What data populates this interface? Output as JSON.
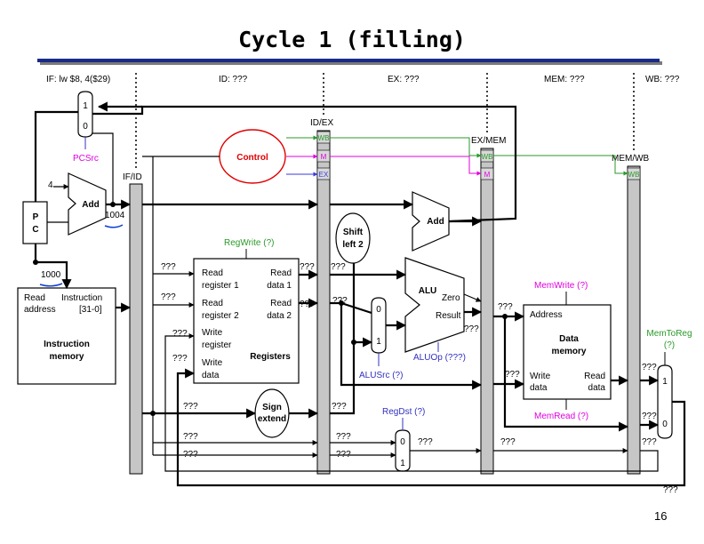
{
  "title": "Cycle 1 (filling)",
  "page_number": "16",
  "stages": {
    "if": "IF: lw $8, 4($29)",
    "id": "ID: ???",
    "ex": "EX: ???",
    "mem": "MEM: ???",
    "wb": "WB: ???"
  },
  "pipeline_registers": {
    "if_id": "IF/ID",
    "id_ex": "ID/EX",
    "ex_mem": "EX/MEM",
    "mem_wb": "MEM/WB"
  },
  "control_fields": {
    "wb": "WB",
    "m": "M",
    "ex": "EX"
  },
  "units": {
    "pc_p": "P",
    "pc_c": "C",
    "add": "Add",
    "control": "Control",
    "shift_left_1": "Shift",
    "shift_left_2": "left 2",
    "alu": "ALU",
    "zero": "Zero",
    "result": "Result",
    "sign_1": "Sign",
    "sign_2": "extend",
    "imem_read": "Read",
    "imem_address": "address",
    "imem_instruction": "Instruction",
    "imem_bits": "[31-0]",
    "imem_title_1": "Instruction",
    "imem_title_2": "memory",
    "reg_read1_a": "Read",
    "reg_read1_b": "register 1",
    "reg_read2_a": "Read",
    "reg_read2_b": "register 2",
    "reg_write_a": "Write",
    "reg_write_b": "register",
    "reg_wdata_a": "Write",
    "reg_wdata_b": "data",
    "reg_rdata1_a": "Read",
    "reg_rdata1_b": "data 1",
    "reg_rdata2_a": "Read",
    "reg_rdata2_b": "data 2",
    "registers": "Registers",
    "dmem_address": "Address",
    "dmem_title_1": "Data",
    "dmem_title_2": "memory",
    "dmem_write_a": "Write",
    "dmem_write_b": "data",
    "dmem_read_a": "Read",
    "dmem_read_b": "data"
  },
  "mux_labels": {
    "one": "1",
    "zero": "0"
  },
  "signals": {
    "pcsrc": "PCSrc",
    "regwrite": "RegWrite (?)",
    "memwrite": "MemWrite (?)",
    "memread": "MemRead (?)",
    "memtoreg_1": "MemToReg",
    "memtoreg_2": "(?)",
    "alusrc": "ALUSrc (?)",
    "aluop": "ALUOp (???)",
    "regdst": "RegDst (?)"
  },
  "values": {
    "const_four": "4",
    "pc_plus4": "1004",
    "pc_value": "1000",
    "unknown": "???"
  },
  "colors": {
    "title_rule": "#1a2a8a",
    "control": "#e00000",
    "wb_signal": "#2a9a2a",
    "m_signal": "#e000e0",
    "ex_signal": "#3a3ae0",
    "label_signal": "#3030c0",
    "annotation": "#1040d0",
    "register_fill": "#c6c6c6"
  }
}
